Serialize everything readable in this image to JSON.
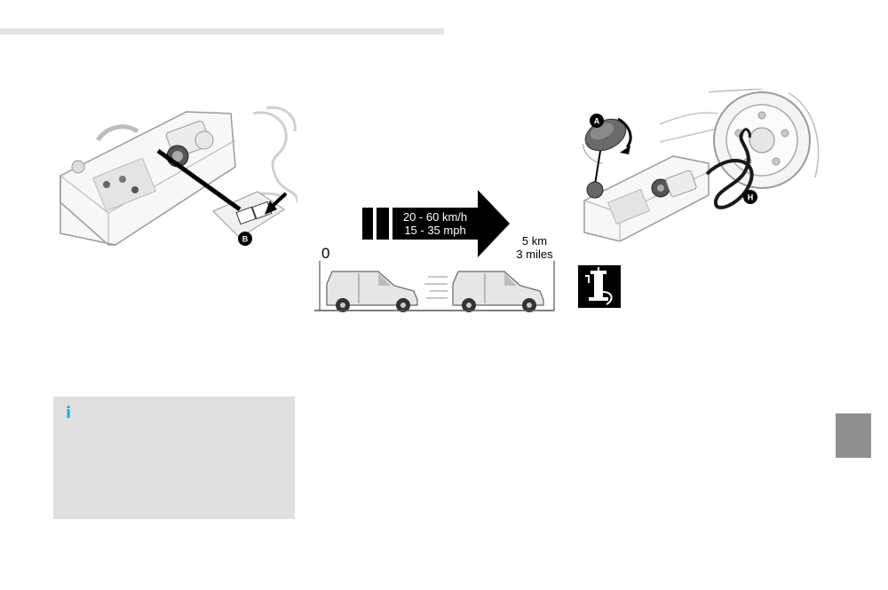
{
  "figure1": {
    "callout_b": "B"
  },
  "figure2": {
    "speed_kmh": "20 - 60 km/h",
    "speed_mph": "15 - 35 mph",
    "start_label": "0",
    "distance_km": "5 km",
    "distance_miles": "3 miles"
  },
  "figure3": {
    "callout_a": "A",
    "callout_h": "H"
  },
  "info_note": {
    "icon": "info-icon",
    "glyph": "i",
    "accent": "#29a9e0",
    "text": ""
  },
  "side_tab": {
    "color": "#8f8f8f"
  }
}
